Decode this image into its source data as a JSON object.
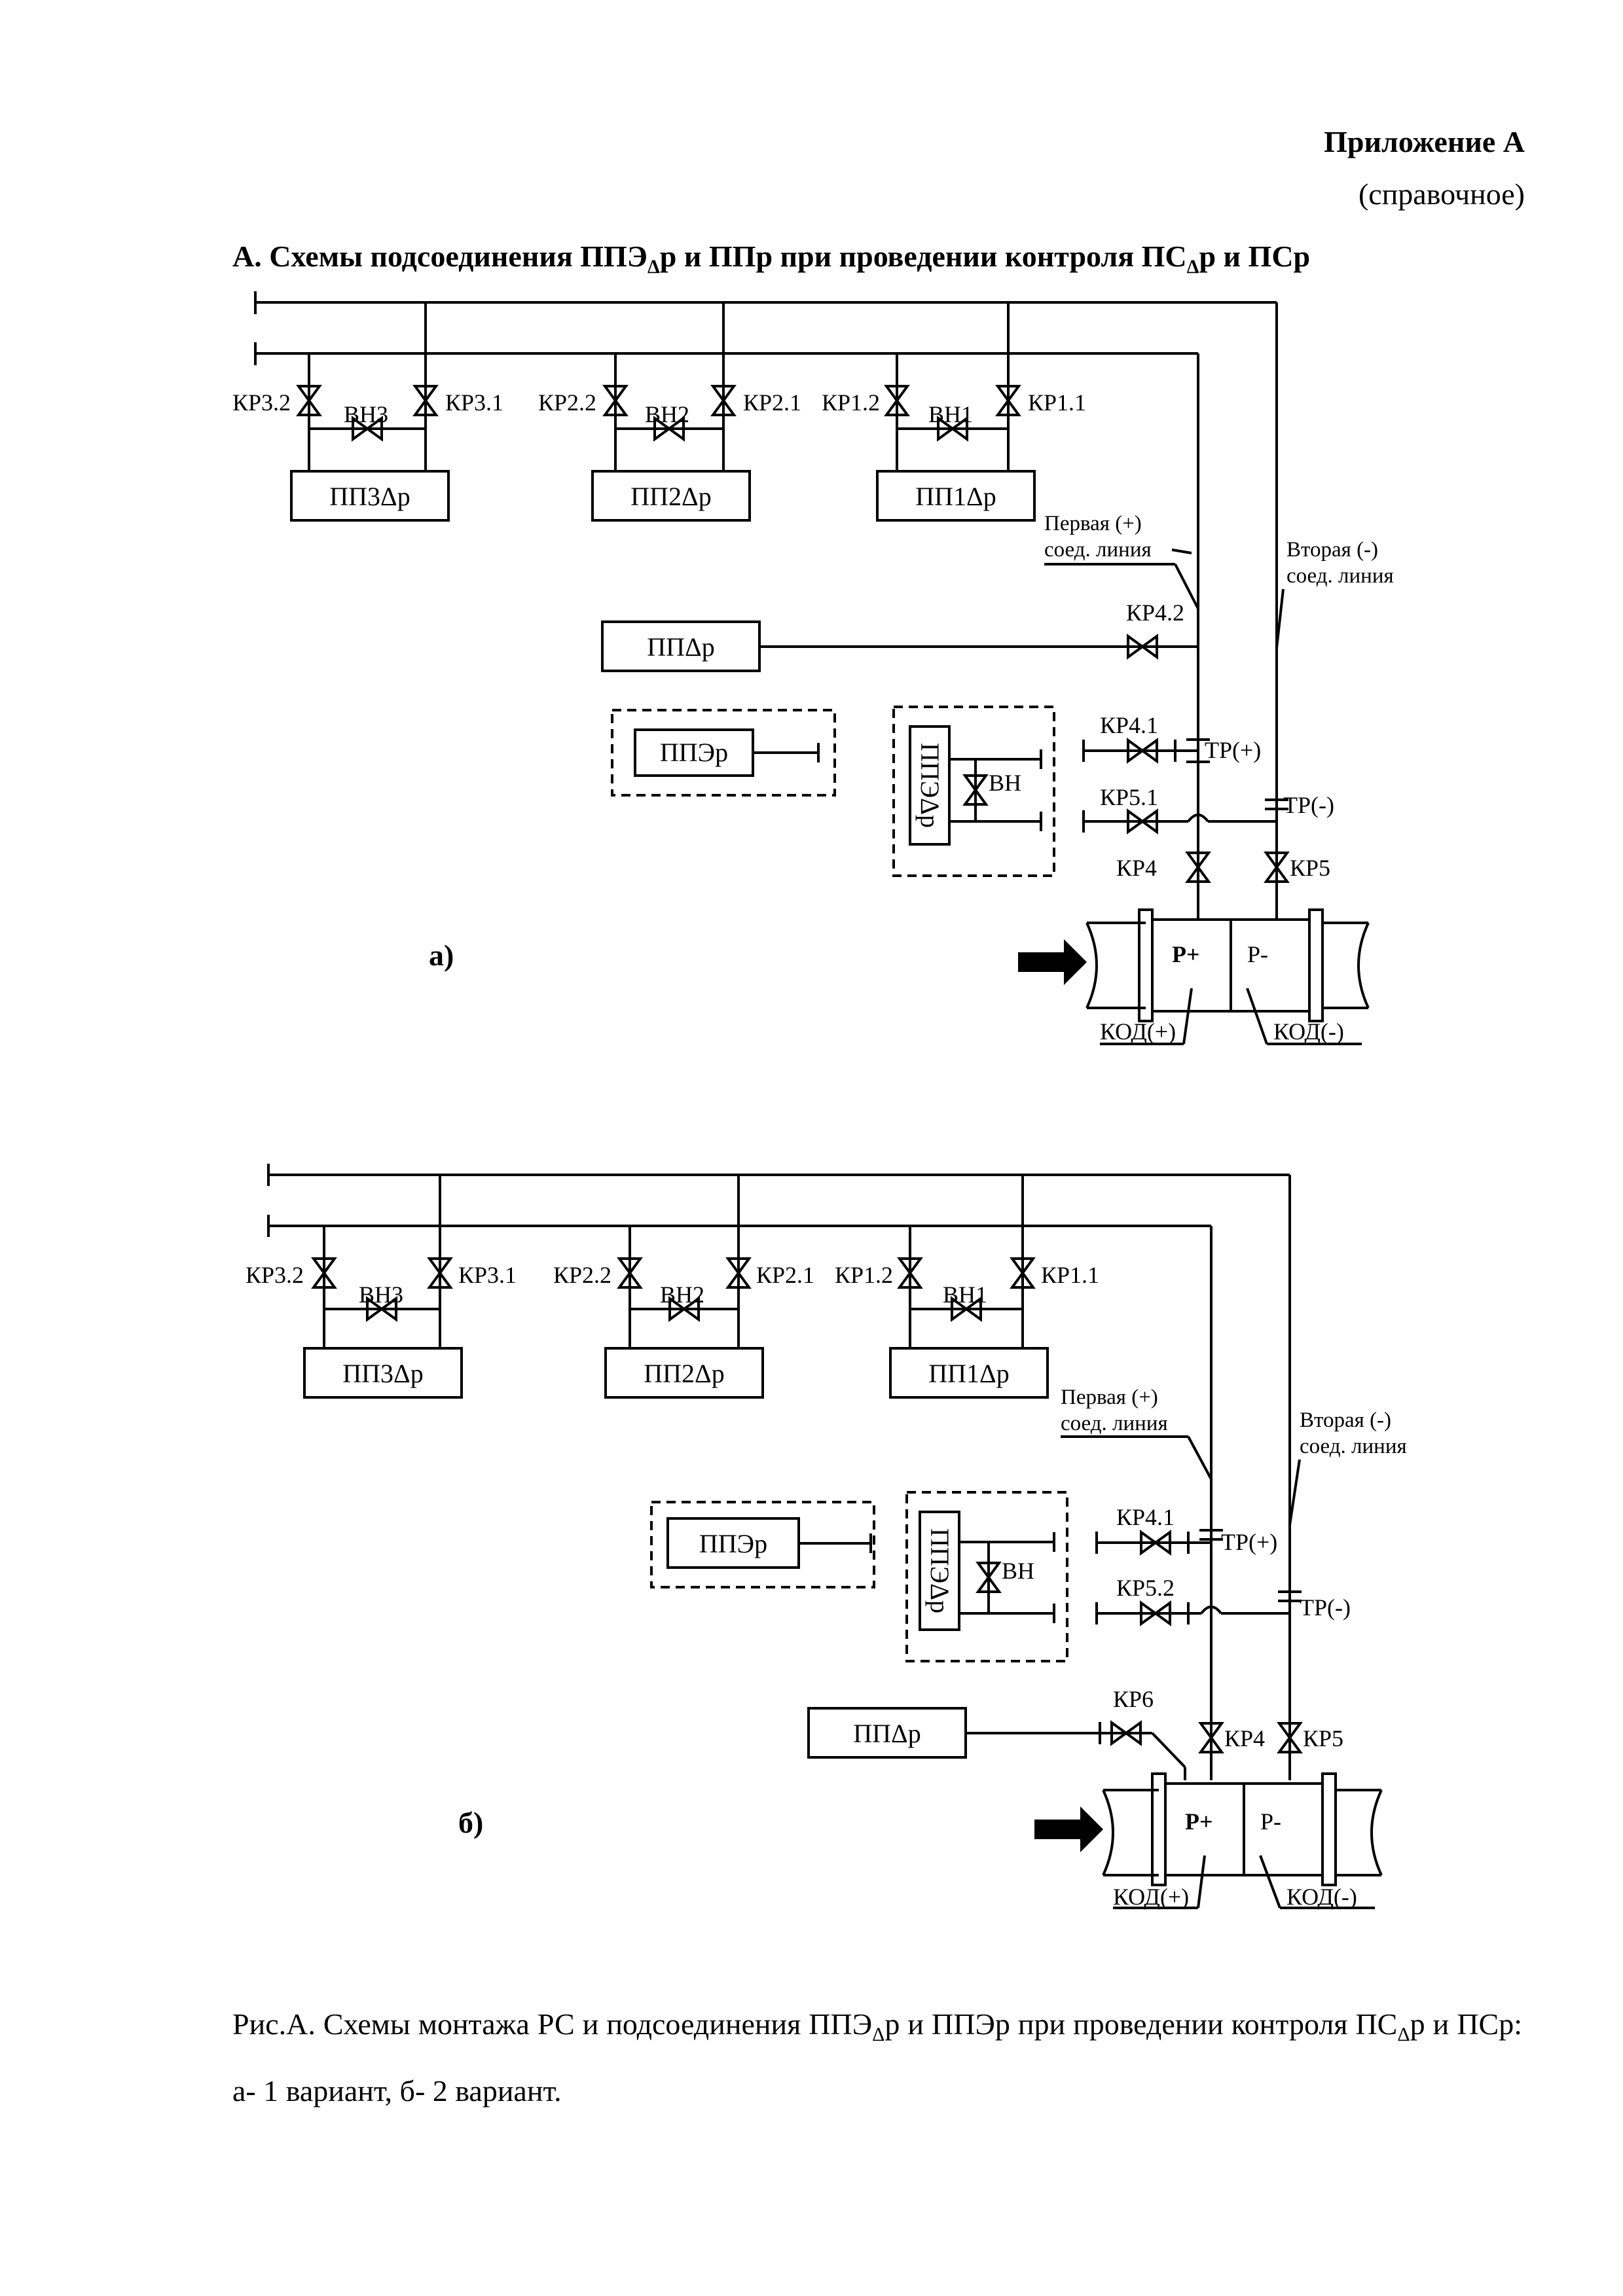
{
  "header": {
    "appendix": "Приложение А",
    "appendix_note": "(справочное)",
    "section_title_a": "А. Схемы подсоединения ППЭ",
    "section_sub1": "Δ",
    "section_title_b": "р и ППр при проведении контроля  ПС",
    "section_sub2": "Δ",
    "section_title_c": "р и ПСр"
  },
  "labels": {
    "kr3_2": "КР3.2",
    "kr3_1": "КР3.1",
    "vn3": "ВН3",
    "pp3": "ПП3Δр",
    "kr2_2": "КР2.2",
    "kr2_1": "КР2.1",
    "vn2": "ВН2",
    "pp2": "ПП2Δр",
    "kr1_2": "КР1.2",
    "kr1_1": "КР1.1",
    "vn1": "ВН1",
    "pp1": "ПП1Δр",
    "first_line_1": "Первая (+)",
    "first_line_2": "соед. линия",
    "second_line_1": "Вторая (-)",
    "second_line_2": "соед. линия",
    "kr4_2": "КР4.2",
    "ppdp": "ППΔр",
    "pper": "ППЭр",
    "kr4_1": "КР4.1",
    "tr_plus": "ТР(+)",
    "kr5_1": "КР5.1",
    "tr_minus": "ТР(-)",
    "kr5_2": "КР5.2",
    "kr6": "КР6",
    "ppedp": "ППЭΔр",
    "vn": "ВН",
    "kr4": "КР4",
    "kr5": "КР5",
    "p_plus": "Р+",
    "p_minus": "Р-",
    "kod_plus": "КОД(+)",
    "kod_minus": "КОД(-)",
    "variant_a": "а)",
    "variant_b": "б)"
  },
  "caption": {
    "part1": "Рис.А. Схемы монтажа РС и подсоединения ППЭ",
    "sub1": "Δ",
    "part2": "р и ППЭр при проведении контроля ПС",
    "sub2": "Δ",
    "part3": "р и ПСр: а- 1 вариант, б- 2 вариант."
  }
}
